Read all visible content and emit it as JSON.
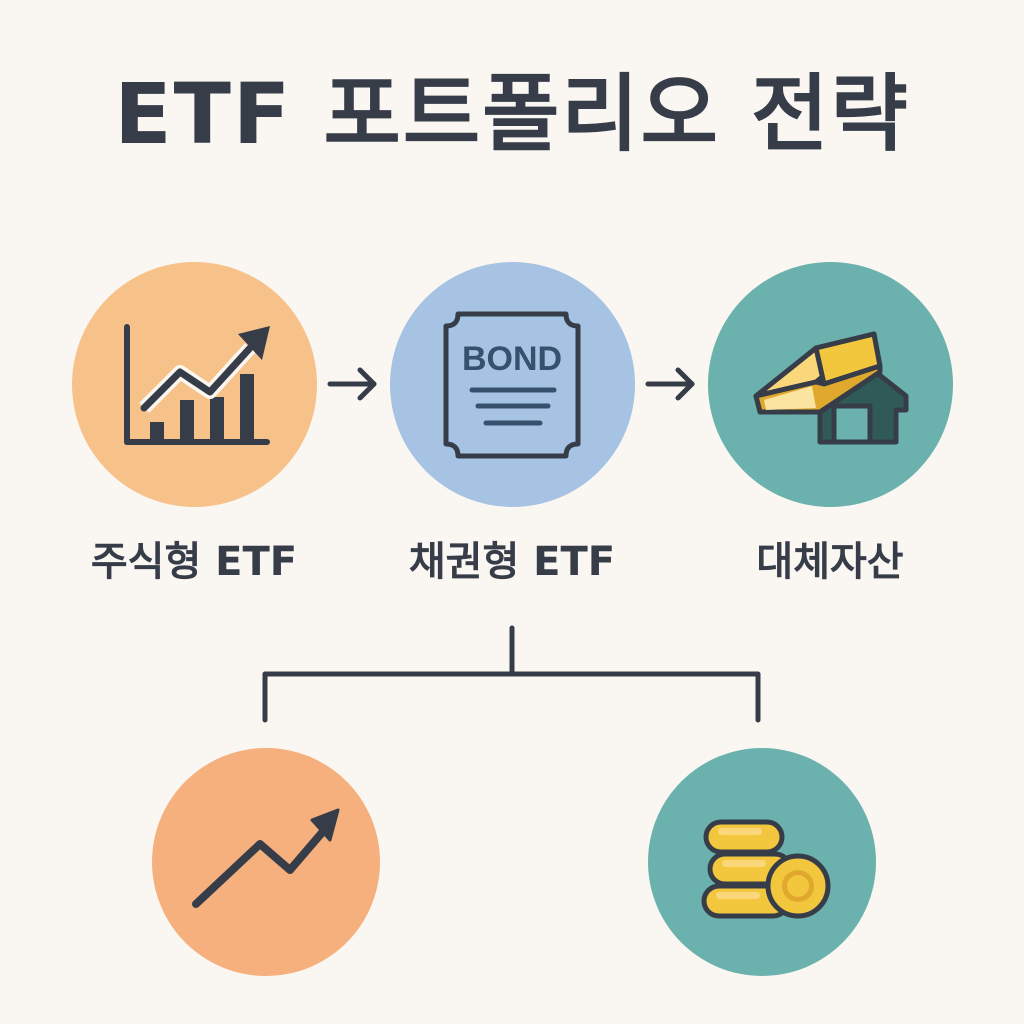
{
  "title": "ETF 포트폴리오 전략",
  "nodes": [
    {
      "label": "주식형 ETF",
      "icon": "bar-chart-up-icon",
      "color": "#f7c28a"
    },
    {
      "label": "채권형 ETF",
      "icon": "bond-certificate-icon",
      "icon_text": "BOND",
      "color": "#a6c3e4"
    },
    {
      "label": "대체자산",
      "icon": "gold-bar-house-icon",
      "color": "#6bb1ad"
    }
  ],
  "children": [
    {
      "icon": "growth-arrow-icon",
      "color": "#f6b07e"
    },
    {
      "icon": "coin-stack-icon",
      "color": "#6bb1ad"
    }
  ],
  "colors": {
    "ink": "#363d48",
    "background": "#faf6f1",
    "gold": "#f2c63d"
  }
}
